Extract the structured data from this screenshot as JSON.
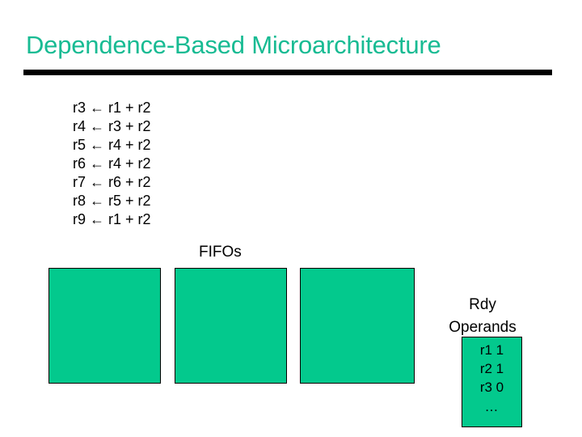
{
  "slide": {
    "title": "Dependence-Based Microarchitecture",
    "accent_color": "#18bb93",
    "rule_color": "#000000",
    "box_fill_color": "#03c98d",
    "text_color": "#000000"
  },
  "instructions": {
    "lines": [
      "r3 ← r1 + r2",
      "r4 ← r3 + r2",
      "r5 ← r4 + r2",
      "r6 ← r4 + r2",
      "r7 ← r6 + r2",
      "r8 ← r5 + r2",
      "r9 ← r1 + r2"
    ]
  },
  "fifos": {
    "label": "FIFOs",
    "boxes": [
      {
        "name": "fifo-1",
        "content": ""
      },
      {
        "name": "fifo-2",
        "content": ""
      },
      {
        "name": "fifo-3",
        "content": ""
      }
    ]
  },
  "ready_operands": {
    "title_line_1": "Rdy",
    "title_line_2": "Operands",
    "rows": [
      {
        "register": "r1",
        "ready": "1",
        "text": "r1 1"
      },
      {
        "register": "r2",
        "ready": "1",
        "text": "r2 1"
      },
      {
        "register": "r3",
        "ready": "0",
        "text": "r3 0"
      }
    ],
    "ellipsis": "…"
  }
}
